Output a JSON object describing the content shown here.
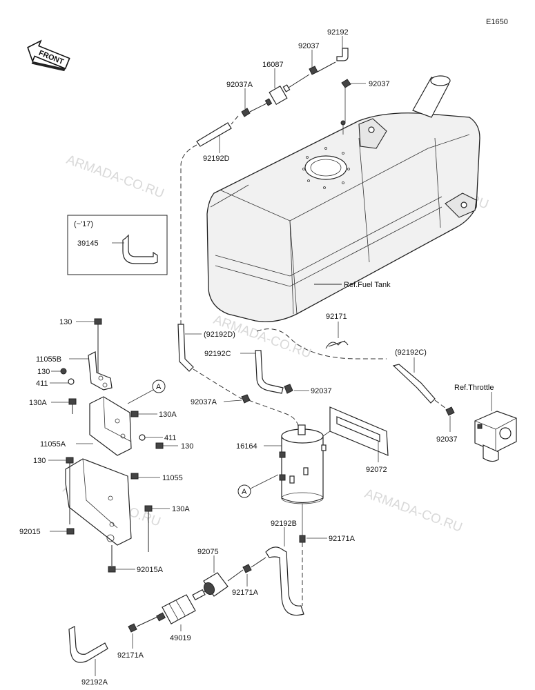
{
  "diagram_code": "E1650",
  "front_label": "FRONT",
  "watermark": "ARMADA-CO.RU",
  "inset_label": "(~'17)",
  "ref_fuel_tank": "Ref.Fuel Tank",
  "ref_throttle": "Ref.Throttle",
  "callout_a": "A",
  "parts": {
    "p92192_top": "92192",
    "p92037_top": "92037",
    "p16087": "16087",
    "p92037_right": "92037",
    "p92037A_top": "92037A",
    "p92192D": "92192D",
    "p39145": "39145",
    "p130_a": "130",
    "p11055B": "11055B",
    "p130_b": "130",
    "p411_a": "411",
    "p130A_a": "130A",
    "p130A_b": "130A",
    "p411_b": "411",
    "p11055A": "11055A",
    "p130_c": "130",
    "p130_d": "130",
    "p11055": "11055",
    "p130A_c": "130A",
    "p92015": "92015",
    "p92015A": "92015A",
    "p92192D_paren": "(92192D)",
    "p92171": "92171",
    "p92192C": "92192C",
    "p92192C_paren": "(92192C)",
    "p92037_mid": "92037",
    "p92037A_mid": "92037A",
    "p16164": "16164",
    "p92072": "92072",
    "p92037_throttle": "92037",
    "p92192B": "92192B",
    "p92171A_right": "92171A",
    "p92075": "92075",
    "p92171A_mid": "92171A",
    "p49019": "49019",
    "p92171A_low": "92171A",
    "p92192A": "92192A"
  }
}
